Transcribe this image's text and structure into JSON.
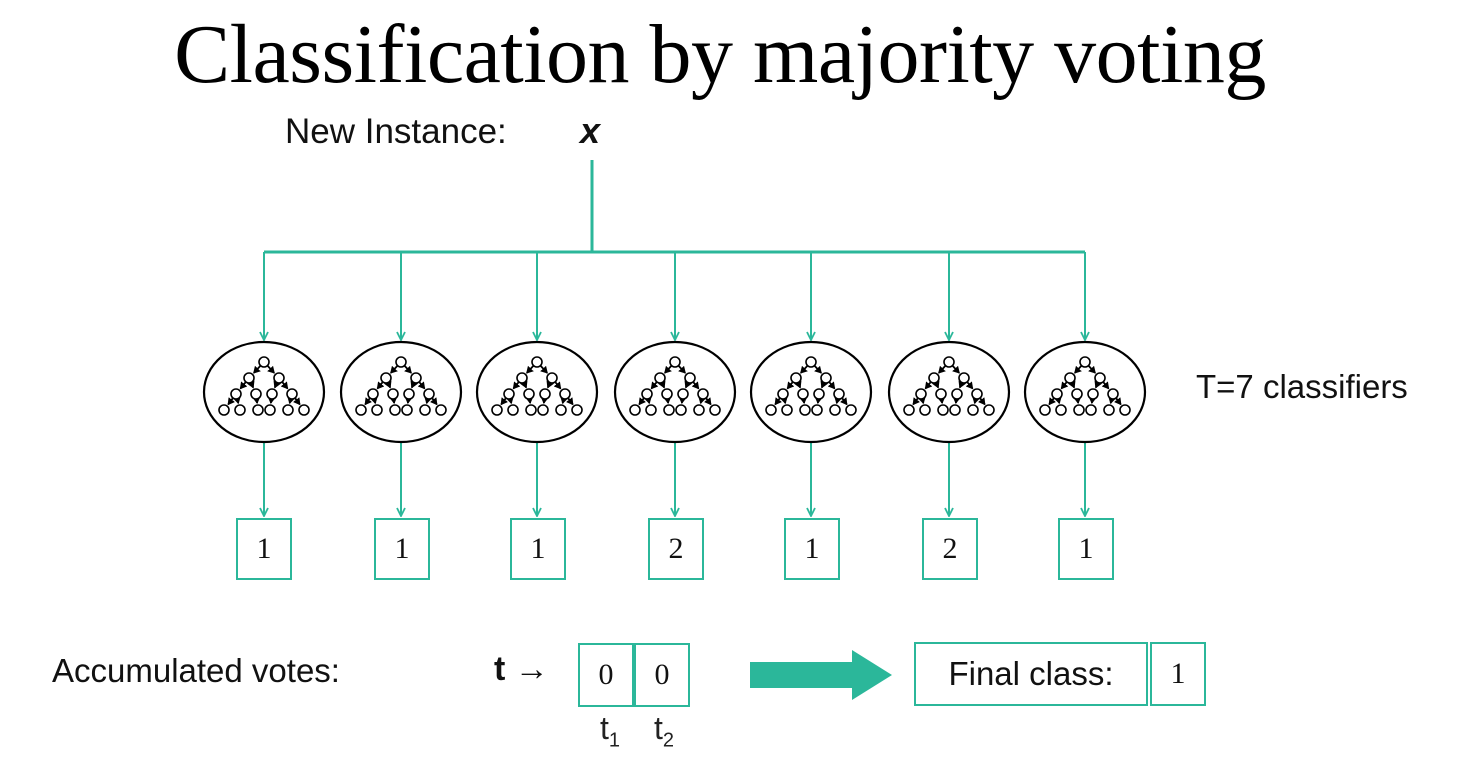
{
  "title": "Classification by majority voting",
  "instance": {
    "label": "New Instance:",
    "variable": "x"
  },
  "classifiers": {
    "label": "T=7 classifiers",
    "count": 7
  },
  "votes": [
    "1",
    "1",
    "1",
    "2",
    "1",
    "2",
    "1"
  ],
  "accumulated": {
    "label": "Accumulated votes:",
    "t_symbol": "t",
    "arrow": "→",
    "values": [
      "0",
      "0"
    ],
    "subscript_labels": [
      {
        "base": "t",
        "sub": "1"
      },
      {
        "base": "t",
        "sub": "2"
      }
    ]
  },
  "final": {
    "label": "Final class:",
    "value": "1"
  },
  "colors": {
    "accent": "#2bb79a",
    "ink": "#111111"
  }
}
